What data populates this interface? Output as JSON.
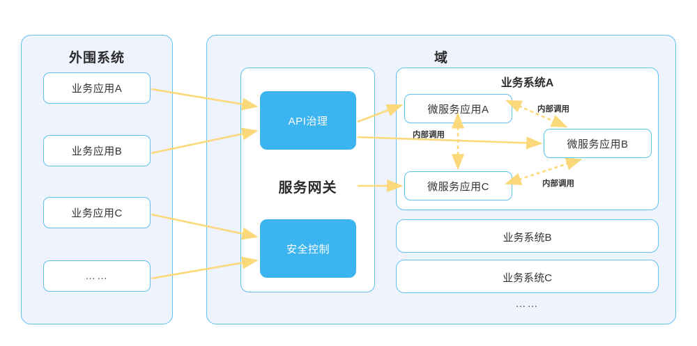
{
  "diagram": {
    "colors": {
      "panel_fill": "#eef3fd",
      "panel_border": "#5ec2f2",
      "card_fill": "#ffffff",
      "accent_blue": "#3cb4f0",
      "arrow_yellow": "#fbd87a",
      "text_dark": "#2b2b2b"
    }
  },
  "peripheral": {
    "title": "外围系统",
    "items": [
      {
        "label": "业务应用A"
      },
      {
        "label": "业务应用B"
      },
      {
        "label": "业务应用C"
      },
      {
        "label": "……"
      }
    ]
  },
  "domain": {
    "title": "域",
    "gateway": {
      "title": "服务网关",
      "capabilities": [
        {
          "label": "API治理"
        },
        {
          "label": "安全控制"
        }
      ]
    },
    "systems": [
      {
        "title": "业务系统A",
        "services": [
          {
            "label": "微服务应用A"
          },
          {
            "label": "微服务应用B"
          },
          {
            "label": "微服务应用C"
          }
        ],
        "internal_calls": [
          {
            "label": "内部调用"
          },
          {
            "label": "内部调用"
          },
          {
            "label": "内部调用"
          }
        ]
      },
      {
        "title": "业务系统B",
        "services": [],
        "internal_calls": []
      },
      {
        "title": "业务系统C",
        "services": [],
        "internal_calls": []
      }
    ],
    "more_systems": "……"
  }
}
